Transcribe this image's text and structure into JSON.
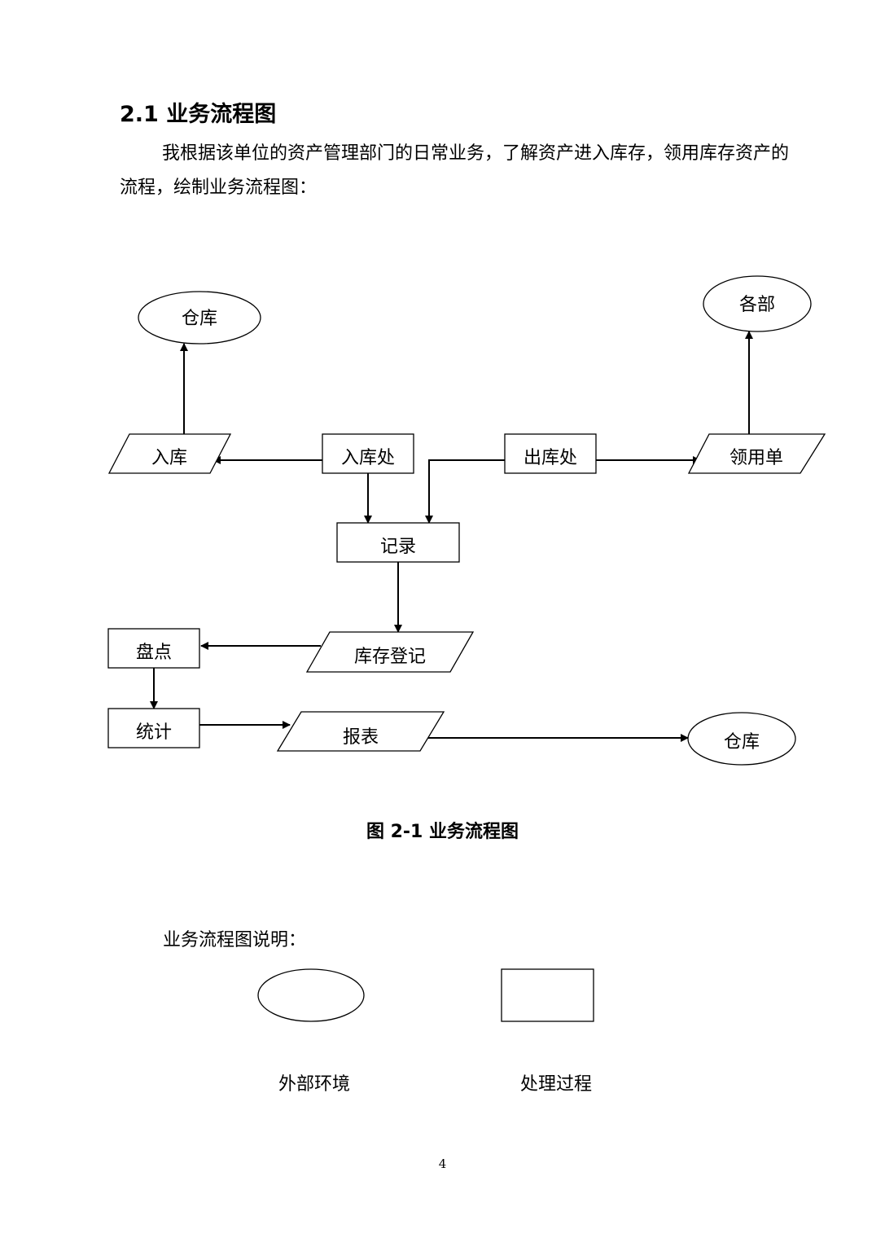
{
  "section": {
    "heading": "2.1 业务流程图",
    "paragraph": "我根据该单位的资产管理部门的日常业务，了解资产进入库存，领用库存资产的流程，绘制业务流程图："
  },
  "diagram": {
    "nodes": {
      "warehouse_top": "仓库",
      "departments": "各部",
      "stock_in": "入库",
      "stock_in_office": "入库处",
      "stock_out_office": "出库处",
      "requisition": "领用单",
      "record": "记录",
      "inventory_register": "库存登记",
      "stocktake": "盘点",
      "statistics": "统计",
      "report": "报表",
      "warehouse_bottom": "仓库"
    },
    "caption": "图 2-1 业务流程图"
  },
  "legend": {
    "title": "业务流程图说明：",
    "external_label": "外部环境",
    "process_label": "处理过程"
  },
  "page_number": "4"
}
